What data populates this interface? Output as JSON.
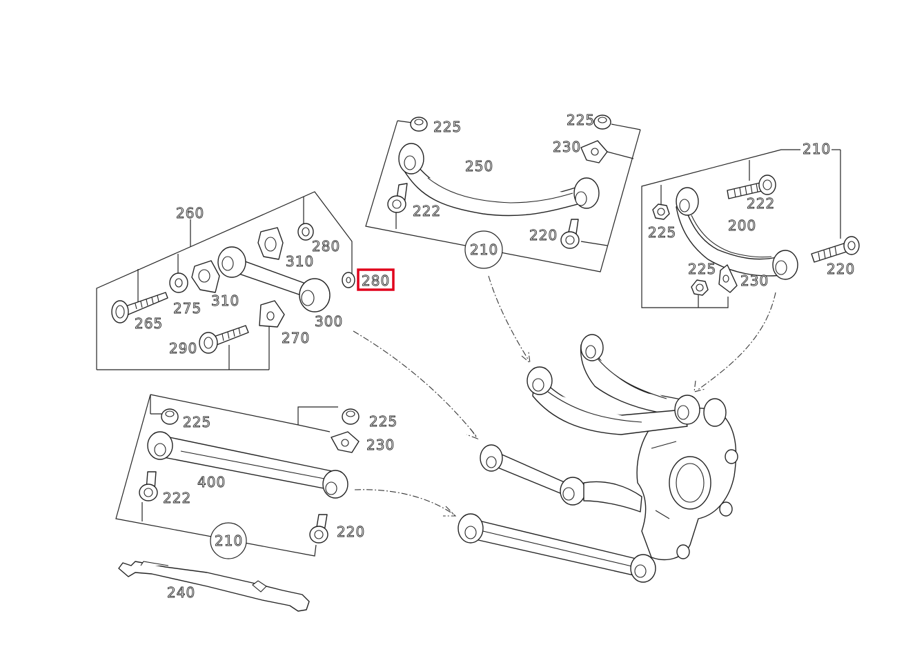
{
  "labels": {
    "l260": "260",
    "l280a": "280",
    "l310a": "310",
    "l280b": "280",
    "l275": "275",
    "l310b": "310",
    "l265": "265",
    "l300": "300",
    "l290": "290",
    "l270": "270",
    "l225a": "225",
    "l225b": "225",
    "l230a": "230",
    "l250": "250",
    "l222a": "222",
    "l220a": "220",
    "l210a": "210",
    "l210b": "210",
    "l222b": "222",
    "l225c": "225",
    "l200": "200",
    "l220b": "220",
    "l225d": "225",
    "l230b": "230",
    "l225e": "225",
    "l225f": "225",
    "l230c": "230",
    "l400": "400",
    "l222c": "222",
    "l210c": "210",
    "l220c": "220",
    "l240": "240"
  },
  "highlight": {
    "part": "280",
    "color": "#e0001b"
  }
}
